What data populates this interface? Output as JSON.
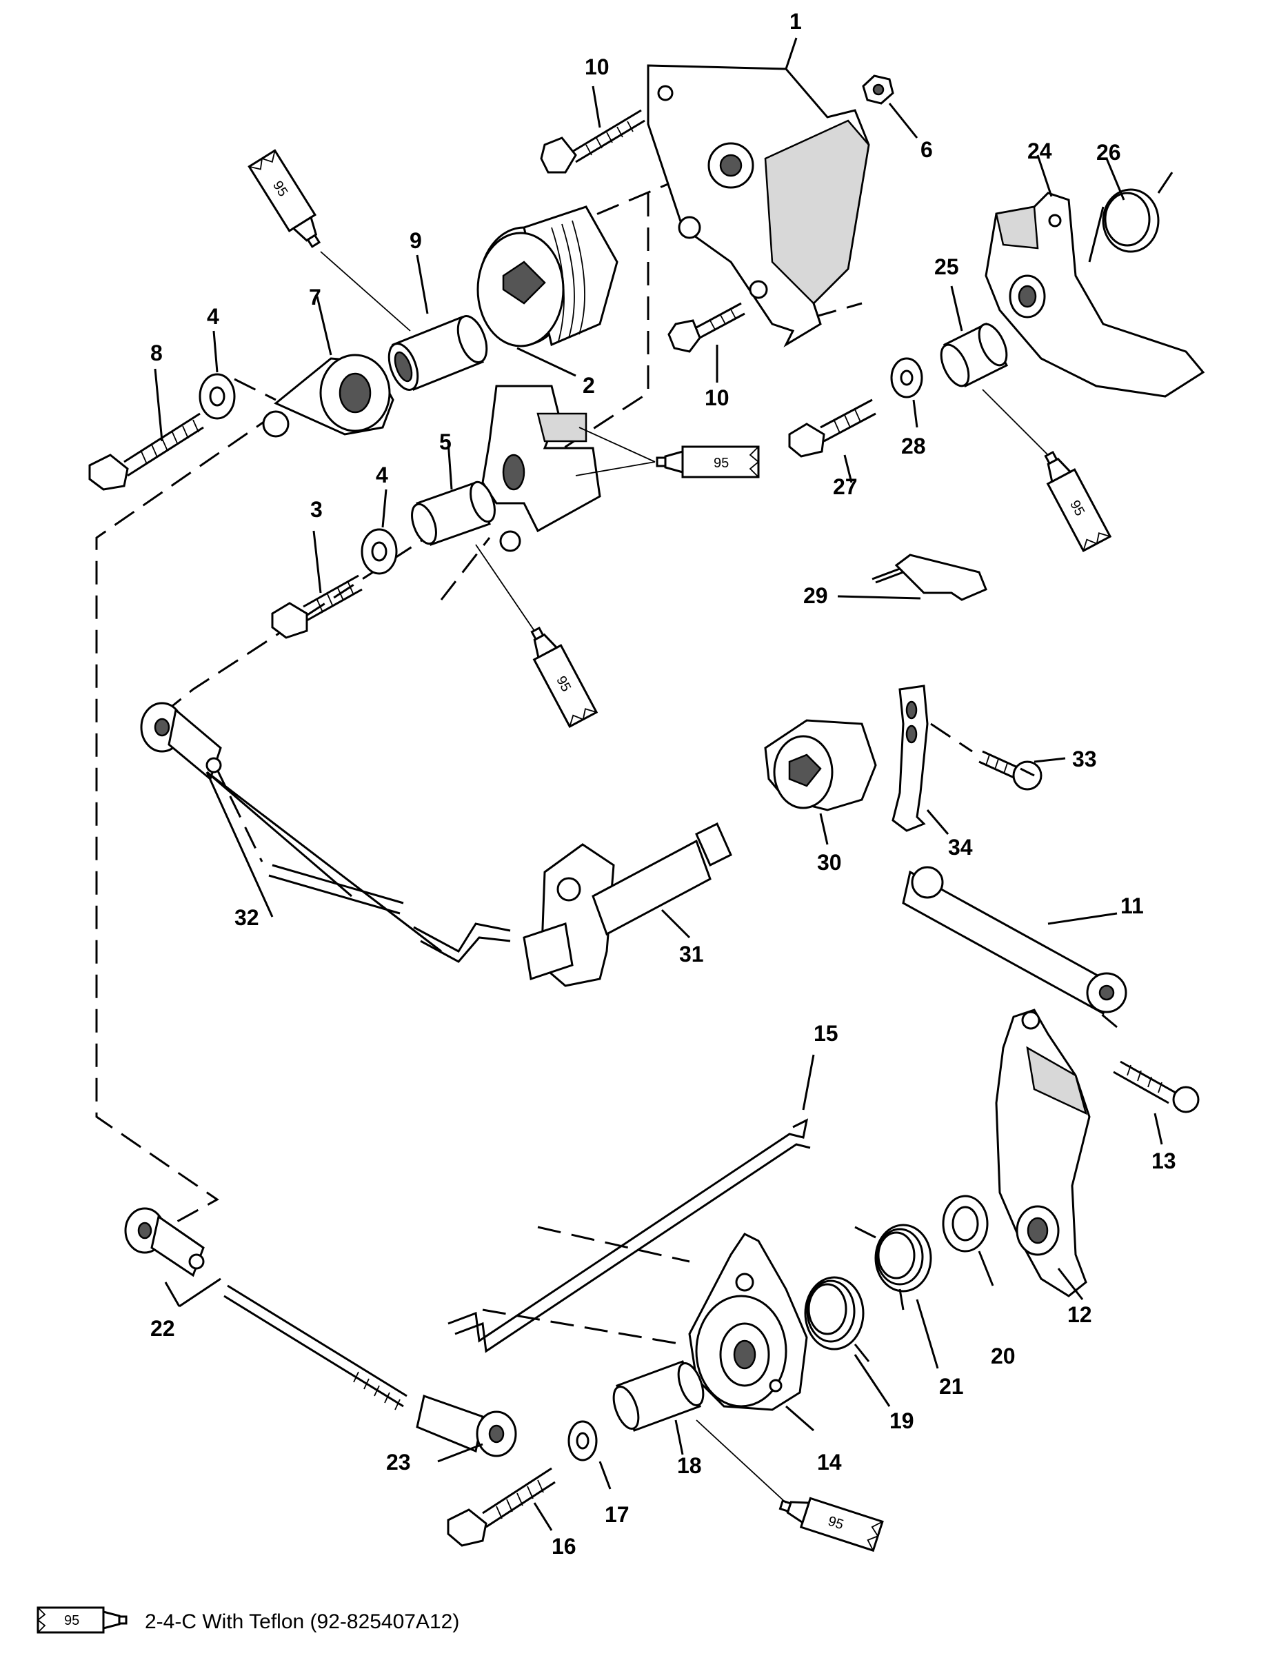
{
  "callouts": {
    "c1": "1",
    "c2": "2",
    "c3": "3",
    "c4a": "4",
    "c4b": "4",
    "c5": "5",
    "c6": "6",
    "c7": "7",
    "c8": "8",
    "c9": "9",
    "c10a": "10",
    "c10b": "10",
    "c11": "11",
    "c12": "12",
    "c13": "13",
    "c14": "14",
    "c15": "15",
    "c16": "16",
    "c17": "17",
    "c18": "18",
    "c19": "19",
    "c20": "20",
    "c21": "21",
    "c22": "22",
    "c23": "23",
    "c24": "24",
    "c25": "25",
    "c26": "26",
    "c27": "27",
    "c28": "28",
    "c29": "29",
    "c30": "30",
    "c31": "31",
    "c32": "32",
    "c33": "33",
    "c34": "34"
  },
  "lubricant_tube_label": "95",
  "legend": {
    "tube_label": "95",
    "text": "2-4-C  With Teflon (92-825407A12)"
  }
}
